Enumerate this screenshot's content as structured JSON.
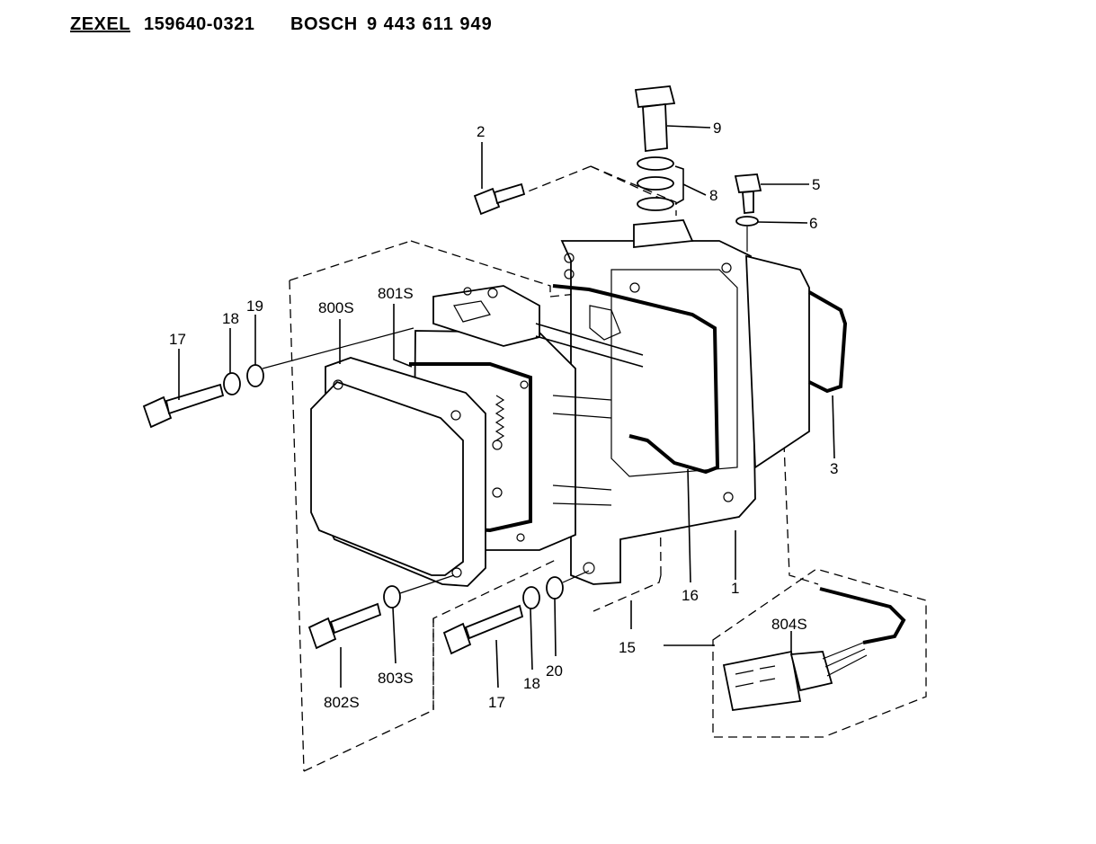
{
  "header": {
    "zexel_label": "ZEXEL",
    "zexel_number": "159640-0321",
    "bosch_label": "BOSCH",
    "bosch_number": "9 443 611 949"
  },
  "callouts": {
    "c1": "1",
    "c2": "2",
    "c3": "3",
    "c5": "5",
    "c6": "6",
    "c8": "8",
    "c9": "9",
    "c15": "15",
    "c16": "16",
    "c17a": "17",
    "c17b": "17",
    "c18a": "18",
    "c18b": "18",
    "c19": "19",
    "c20": "20",
    "c800s": "800S",
    "c801s": "801S",
    "c802s": "802S",
    "c803s": "803S",
    "c804s": "804S"
  }
}
